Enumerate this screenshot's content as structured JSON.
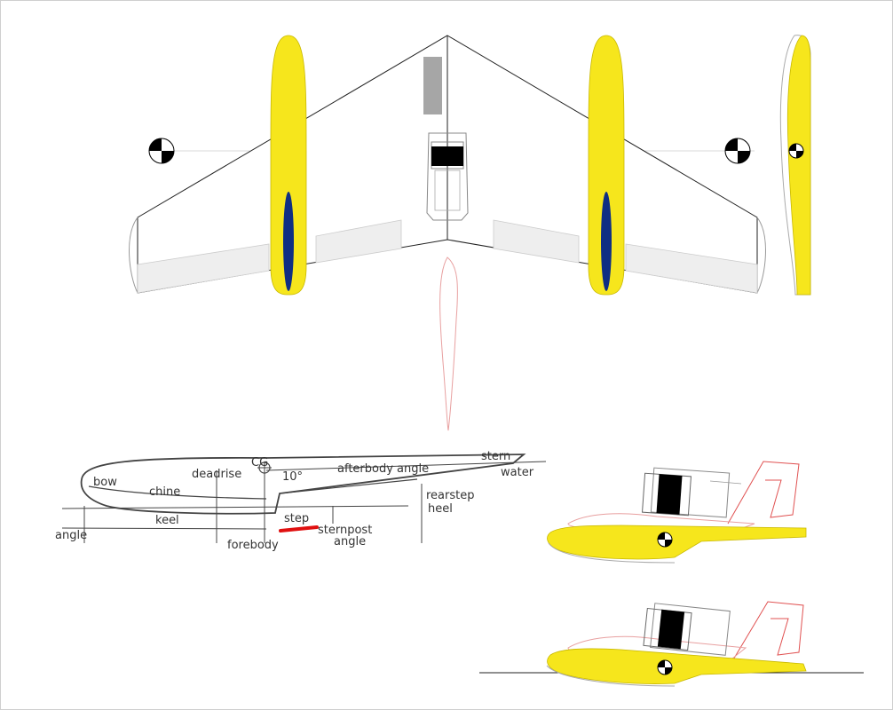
{
  "colors": {
    "float_fill": "#f6e61c",
    "pod_fill": "#0f2e83",
    "outline": "#222222",
    "wing_fill": "#ffffff",
    "control_surface_fill": "#eeeeee",
    "fin_outline": "#e05050",
    "step_highlight": "#e01010",
    "cg_black": "#000000",
    "cg_white": "#ffffff",
    "panel_grey": "#a6a6a6"
  },
  "icons": {
    "cg_marker": "cg-marker-icon",
    "motor": "motor-icon"
  },
  "hull_sketch": {
    "labels": {
      "bow": "bow",
      "chine": "chine",
      "deadrise": "deadrise",
      "cg": "CG",
      "ten_degrees": "10°",
      "afterbody_angle": "afterbody angle",
      "stern": "stern",
      "water": "water",
      "rearstep": "rearstep",
      "heel": "heel",
      "keel": "keel",
      "step": "step",
      "sternpost": "sternpost",
      "angle_right": "angle",
      "angle_left": "angle",
      "forebody_partial": "forebody"
    }
  }
}
